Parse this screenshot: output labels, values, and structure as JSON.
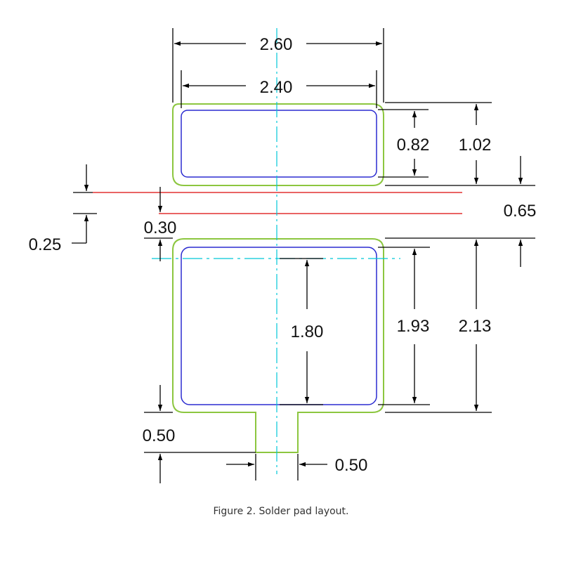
{
  "colors": {
    "pad_outline": "#8cc63f",
    "pad_inner": "#2b2bd0",
    "center_line": "#00c8d8",
    "keepout_line": "#e23030",
    "dimension": "#000000"
  },
  "dimensions": {
    "top_outer_width": "2.60",
    "top_inner_width": "2.40",
    "top_inner_height": "0.82",
    "top_outer_height": "1.02",
    "gap_right": "0.65",
    "gap_inner": "0.30",
    "gap_left": "0.25",
    "bottom_inner_height_center": "1.80",
    "bottom_inner_height": "1.93",
    "bottom_outer_height": "2.13",
    "tab_length": "0.50",
    "tab_width": "0.50"
  },
  "caption": {
    "figure": "Figure 2.",
    "title": "Solder pad layout."
  }
}
